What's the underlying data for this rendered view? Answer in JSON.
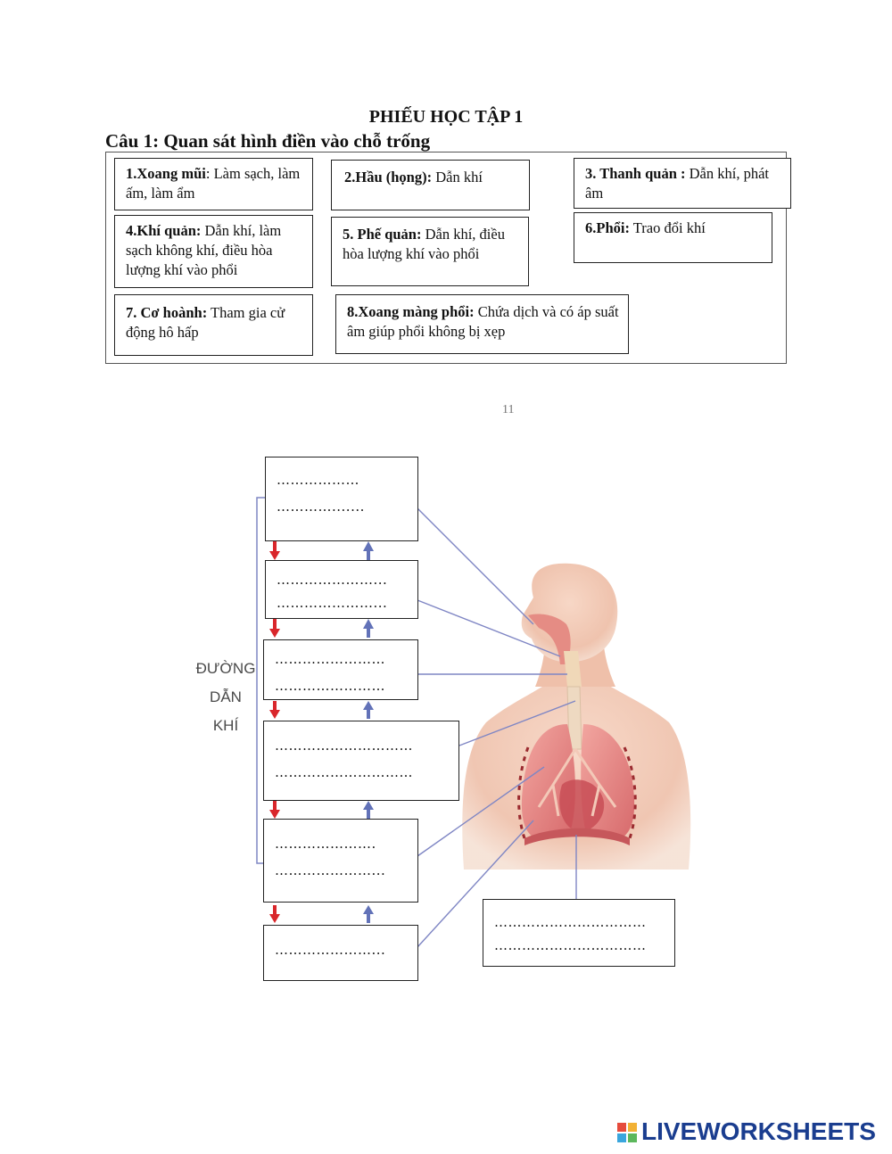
{
  "title": "PHIẾU HỌC TẬP 1",
  "question": "Câu 1: Quan sát hình điền vào chỗ trống",
  "definitions": [
    {
      "term": "1.Xoang mũi",
      "sep": ": ",
      "desc": "Làm sạch, làm ấm, làm ẩm"
    },
    {
      "term": "2.Hầu (họng):",
      "sep": " ",
      "desc": "Dẫn khí"
    },
    {
      "term": "3. Thanh quản :",
      "sep": " ",
      "desc": "Dẫn khí, phát âm"
    },
    {
      "term": "4.Khí quản:",
      "sep": " ",
      "desc": "Dẫn khí, làm sạch không khí, điều hòa lượng khí vào phổi"
    },
    {
      "term": "5. Phế quản:",
      "sep": " ",
      "desc": "Dẫn khí, điều hòa lượng khí vào phổi"
    },
    {
      "term": "6.Phổi:",
      "sep": " ",
      "desc": "Trao đổi khí"
    },
    {
      "term": "7. Cơ hoành:",
      "sep": " ",
      "desc": "Tham gia cử động hô hấp"
    },
    {
      "term": "8.Xoang màng phổi:",
      "sep": " ",
      "desc": "Chứa dịch và có áp suất âm giúp phổi không bị xẹp"
    }
  ],
  "stray_mark": "11",
  "side_label": [
    "ĐƯỜNG",
    "DẪN",
    "KHÍ"
  ],
  "blanks": [
    [
      "………………",
      "…………......."
    ],
    [
      "…………………...",
      "…………………..."
    ],
    [
      "……………………",
      "……………………"
    ],
    [
      "…………………………",
      "…………………………"
    ],
    [
      "………………….",
      "…………………..."
    ],
    [
      "…………………..."
    ],
    [
      "……………………………",
      "……………………………"
    ]
  ],
  "brand": "LIVEWORKSHEETS",
  "colors": {
    "arrow_down": "#d9262b",
    "arrow_up": "#6272b8",
    "connector": "#7f86c4",
    "bracket": "#7f86c4",
    "brand": "#1a3d8f"
  }
}
